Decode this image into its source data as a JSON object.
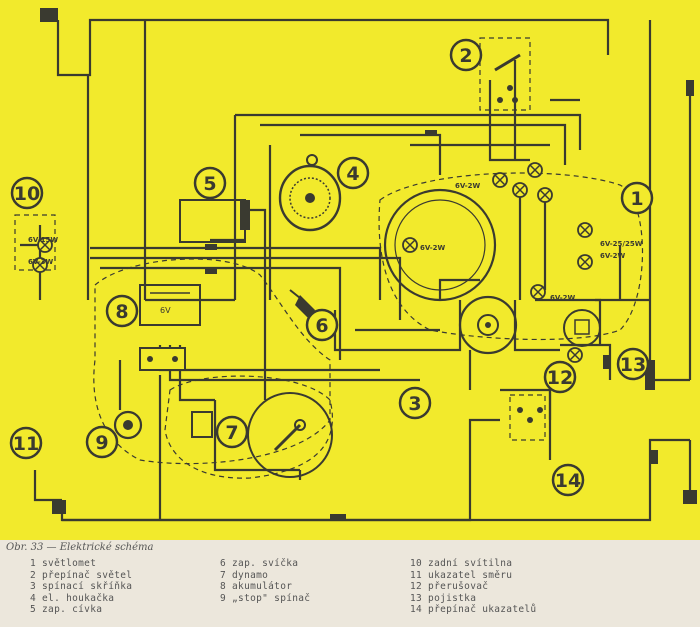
{
  "colors": {
    "paper": "#f2ea2c",
    "ink": "#3a3a30",
    "caption_bg": "#ece7dc",
    "caption_text": "#555555"
  },
  "diagram": {
    "callouts": {
      "c1": "1",
      "c2": "2",
      "c3": "3",
      "c4": "4",
      "c5": "5",
      "c6": "6",
      "c7": "7",
      "c8": "8",
      "c9": "9",
      "c10": "10",
      "c11": "11",
      "c12": "12",
      "c13": "13",
      "c14": "14"
    },
    "bulb_labels": {
      "headlamp_main": "6V-25/25W",
      "headlamp_park": "6V-2W",
      "speedo_lamp": "6V-2W",
      "top_lamp1": "6V-2W",
      "tail_stop": "6V-15W",
      "tail_pos": "6V-3W",
      "indicator_lamp": "6V-2W"
    },
    "battery_label": "6V"
  },
  "caption": {
    "title": "Obr. 33 — Elektrické schéma",
    "legend_col1": [
      "1 světlomet",
      "2 přepínač světel",
      "3 spínací skříňka",
      "4 el. houkačka",
      "5 zap. cívka"
    ],
    "legend_col2": [
      "6 zap. svíčka",
      "7 dynamo",
      "8 akumulátor",
      "9 „stop\" spínač"
    ],
    "legend_col3": [
      "10 zadní svítilna",
      "11 ukazatel směru",
      "12 přerušovač",
      "13 pojistka",
      "14 přepínač ukazatelů"
    ]
  }
}
